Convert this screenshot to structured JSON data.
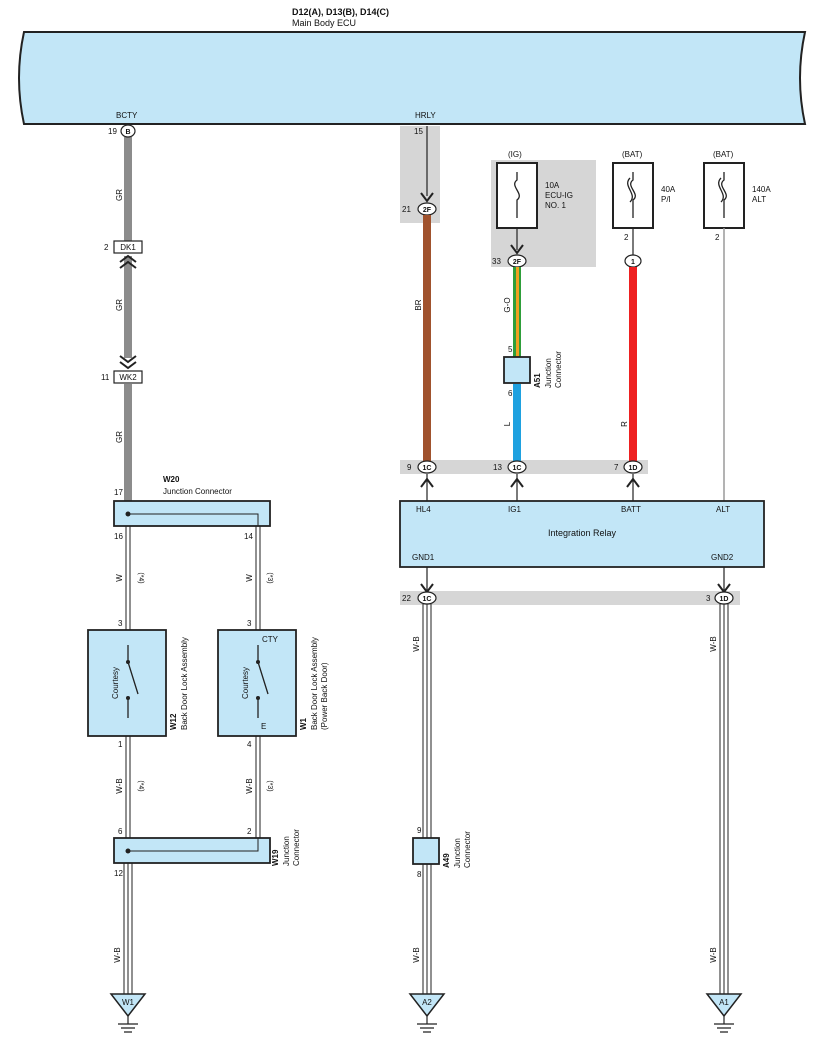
{
  "ecu": {
    "ref": "D12(A), D13(B), D14(C)",
    "name": "Main Body ECU"
  },
  "ecu_terms": {
    "bcty": "BCTY",
    "bcty_pin": "19",
    "bcty_conn": "B",
    "hrly": "HRLY",
    "hrly_pin": "15"
  },
  "wire_colors": {
    "gr": "GR",
    "br": "BR",
    "go": "G-O",
    "l": "L",
    "r": "R",
    "w": "W",
    "wb": "W-B"
  },
  "fuses": {
    "ig": {
      "source": "(IG)",
      "rating": "10A",
      "name1": "ECU-IG",
      "name2": "NO. 1"
    },
    "pi": {
      "source": "(BAT)",
      "rating": "40A",
      "name": "P/I",
      "pin": "2",
      "conn": "1"
    },
    "alt": {
      "source": "(BAT)",
      "rating": "140A",
      "name": "ALT",
      "pin": "2"
    }
  },
  "connectors": {
    "c2f_21": {
      "pin": "21",
      "code": "2F"
    },
    "c2f_33": {
      "pin": "33",
      "code": "2F"
    },
    "dk1": {
      "pin": "2",
      "code": "DK1"
    },
    "wk2": {
      "pin": "11",
      "code": "WK2"
    },
    "c1c_9": {
      "pin": "9",
      "code": "1C"
    },
    "c1c_13": {
      "pin": "13",
      "code": "1C"
    },
    "c1d_7": {
      "pin": "7",
      "code": "1D"
    },
    "c1c_22": {
      "pin": "22",
      "code": "1C"
    },
    "c1d_3": {
      "pin": "3",
      "code": "1D"
    }
  },
  "a51": {
    "code": "A51",
    "label1": "Junction",
    "label2": "Connector",
    "pin_in": "5",
    "pin_out": "6"
  },
  "w20": {
    "code": "W20",
    "label": "Junction Connector",
    "pin_in": "17",
    "pin_l": "16",
    "pin_r": "14"
  },
  "notes": {
    "n4": "(*4)",
    "n3": "(*3)"
  },
  "w12": {
    "code": "W12",
    "label": "Back Door Lock Assembly",
    "sw": "Courtesy",
    "pin_top": "3",
    "pin_bot": "1"
  },
  "w1": {
    "code": "W1",
    "label1": "Back Door Lock Assembly",
    "label2": "(Power Back Door)",
    "sw": "Courtesy",
    "cty": "CTY",
    "e": "E",
    "pin_top": "3",
    "pin_bot": "4"
  },
  "w19": {
    "code": "W19",
    "label1": "Junction",
    "label2": "Connector",
    "pin_l": "6",
    "pin_r": "2",
    "pin_out": "12"
  },
  "relay": {
    "name": "Integration Relay",
    "hl4": "HL4",
    "ig1": "IG1",
    "batt": "BATT",
    "alt": "ALT",
    "gnd1": "GND1",
    "gnd2": "GND2"
  },
  "a49": {
    "code": "A49",
    "label1": "Junction",
    "label2": "Connector",
    "pin_in": "9",
    "pin_out": "8"
  },
  "grounds": {
    "w1": "W1",
    "a2": "A2",
    "a1": "A1"
  }
}
